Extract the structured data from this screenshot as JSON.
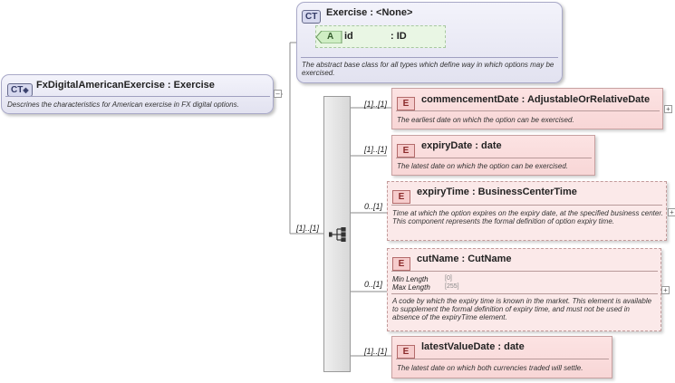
{
  "root": {
    "badge": "CT",
    "title": "FxDigitalAmericanExercise : Exercise",
    "desc": "Descrines the characteristics for American exercise in FX digital options."
  },
  "base": {
    "badge": "CT",
    "title": "Exercise : <None>",
    "attr_badge": "A",
    "attr_name": "id",
    "attr_type": ": ID",
    "desc": "The abstract base class for all types which define way in which options may be exercised."
  },
  "sequence": {
    "multiplicity": "[1]..[1]"
  },
  "elements": [
    {
      "multiplicity": "[1]..[1]",
      "badge": "E",
      "title": "commencementDate : AdjustableOrRelativeDate",
      "desc": "The earliest date on which the option can be exercised."
    },
    {
      "multiplicity": "[1]..[1]",
      "badge": "E",
      "title": "expiryDate : date",
      "desc": "The latest date on which the option can be exercised."
    },
    {
      "multiplicity": "0..[1]",
      "badge": "E",
      "title": "expiryTime : BusinessCenterTime",
      "desc": "Time at which the option expires on the expiry date, at the specified business center. This component represents the formal definition of option expiry time."
    },
    {
      "multiplicity": "0..[1]",
      "badge": "E",
      "title": "cutName : CutName",
      "facets": [
        {
          "key": "Min Length",
          "value": "[0]"
        },
        {
          "key": "Max Length",
          "value": "[255]"
        }
      ],
      "desc": "A code by which the expiry time is known in the market. This element is available to supplement the formal definition of expiry time, and must not be used in absence of the expiryTime element."
    },
    {
      "multiplicity": "[1]..[1]",
      "badge": "E",
      "title": "latestValueDate : date",
      "desc": "The latest date on which both currencies traded will settle."
    }
  ],
  "colors": {
    "complex_type": "#e2e2f0",
    "element": "#fbe9e9",
    "attribute": "#d8f0d0"
  }
}
